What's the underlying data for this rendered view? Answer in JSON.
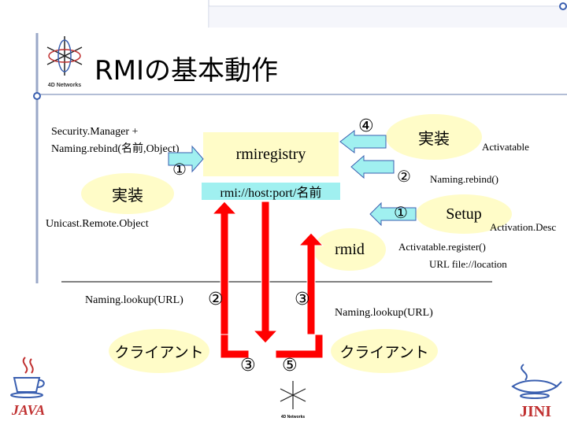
{
  "title": "RMIの基本動作",
  "server_left": {
    "security_line1": "Security.Manager +",
    "security_line2": "Naming.rebind(名前,Object)",
    "impl_label": "実装",
    "unicast_label": "Unicast.Remote.Object"
  },
  "registry": {
    "name": "rmiregistry",
    "url": "rmi://host:port/名前"
  },
  "server_right": {
    "impl_label": "実装",
    "activatable_label": "Activatable",
    "rebind_label": "Naming.rebind()",
    "setup_label": "Setup",
    "activation_desc_label": "Activation.Desc",
    "register_label": "Activatable.register()",
    "url_file_label": "URL file://location"
  },
  "rmid": {
    "name": "rmid"
  },
  "client_left": {
    "lookup_label": "Naming.lookup(URL)",
    "client_label": "クライアント"
  },
  "client_right": {
    "lookup_label": "Naming.lookup(URL)",
    "client_label": "クライアント"
  },
  "step_numbers": {
    "left_one": "①",
    "top_four": "④",
    "right_two": "②",
    "right_one": "①",
    "center_two": "②",
    "center_three": "③",
    "bottom_three": "③",
    "bottom_five": "⑤"
  },
  "logos": {
    "top_logo_text": "4D Networks",
    "bottom_logo_text": "4D Networks",
    "java_text": "JAVA",
    "jini_text": "JINI"
  },
  "colors": {
    "ellipse_fill": "#fffcc8",
    "box_fill": "#fffcc8",
    "arrow_red": "#ff0000",
    "arrow_cyan": "#a0f0f0",
    "accent_blue": "#3a5fb0"
  }
}
